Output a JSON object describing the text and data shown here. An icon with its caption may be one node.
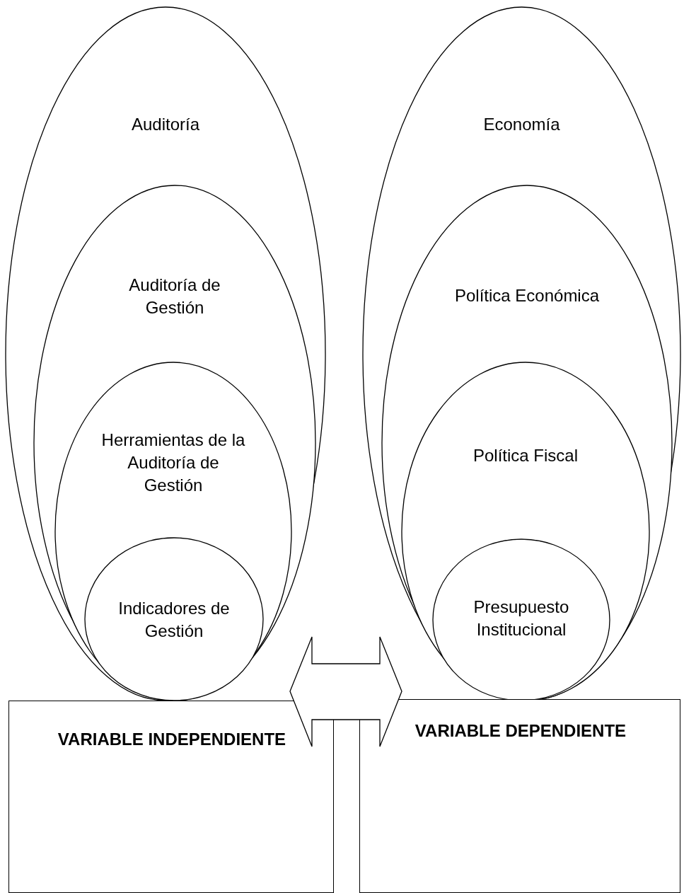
{
  "diagram": {
    "nodes": [
      {
        "text": [
          "Auditoría"
        ]
      },
      {
        "text": [
          "Auditoría de Gestión"
        ],
        "in": 0
      },
      {
        "text": [
          "Herramientas de la Auditoría de Gestión"
        ],
        "in": 1
      },
      {
        "text": [
          "Indicadores de Gestión"
        ],
        "in": 2
      },
      {
        "text": [
          "Economía"
        ]
      },
      {
        "text": [
          "Política Económica"
        ],
        "in": 4
      },
      {
        "text": [
          "Política Fiscal"
        ],
        "in": 5
      },
      {
        "text": [
          "Presupuesto Institucional"
        ],
        "in": 6
      },
      {
        "text": [
          "VARIABLE INDEPENDIENTE"
        ]
      },
      {
        "text": [
          "VARIABLE DEPENDIENTE"
        ]
      }
    ],
    "edges": [
      {
        "from": 0,
        "to": 4,
        "arrow": "both"
      }
    ]
  }
}
